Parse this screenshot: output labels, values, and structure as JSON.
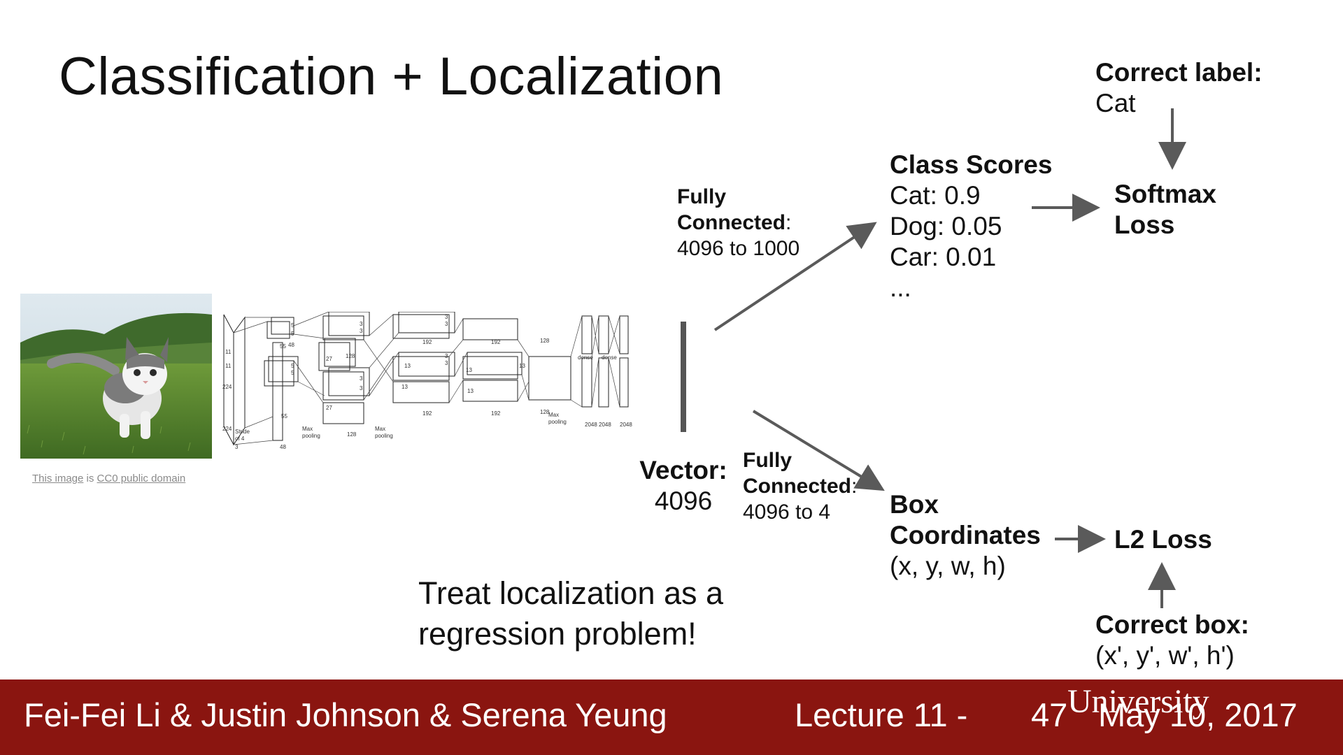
{
  "slide": {
    "title": "Classification + Localization",
    "image_caption": {
      "prefix": "This image",
      "mid": " is ",
      "link": "CC0 public domain"
    },
    "fc_top": {
      "line1": "Fully",
      "line2": "Connected",
      "colon": ":",
      "line3": "4096 to 1000"
    },
    "fc_bottom": {
      "line1": "Fully",
      "line2": "Connected",
      "colon": ":",
      "line3": "4096 to 4"
    },
    "vector": {
      "label": "Vector:",
      "value": "4096"
    },
    "class_scores": {
      "heading": "Class Scores",
      "items": [
        "Cat: 0.9",
        "Dog: 0.05",
        "Car: 0.01",
        "..."
      ]
    },
    "correct_label": {
      "heading": "Correct label:",
      "value": "Cat"
    },
    "softmax": {
      "line1": "Softmax",
      "line2": "Loss"
    },
    "box": {
      "line1": "Box",
      "line2": "Coordinates",
      "line3": "(x, y, w, h)"
    },
    "l2_loss": "L2 Loss",
    "correct_box": {
      "heading": "Correct box:",
      "value": "(x', y', w', h')"
    },
    "note": {
      "line1": "Treat localization as a",
      "line2": "regression problem!"
    },
    "colors": {
      "arrow": "#5a5a5a",
      "footer_bg": "#8a1510",
      "footer_text": "#ffffff"
    }
  },
  "footer": {
    "authors": "Fei-Fei Li & Justin Johnson & Serena Yeung",
    "lecture": "Lecture 11 -",
    "page": "47",
    "date": "May 10, 2017",
    "watermark": "University"
  }
}
